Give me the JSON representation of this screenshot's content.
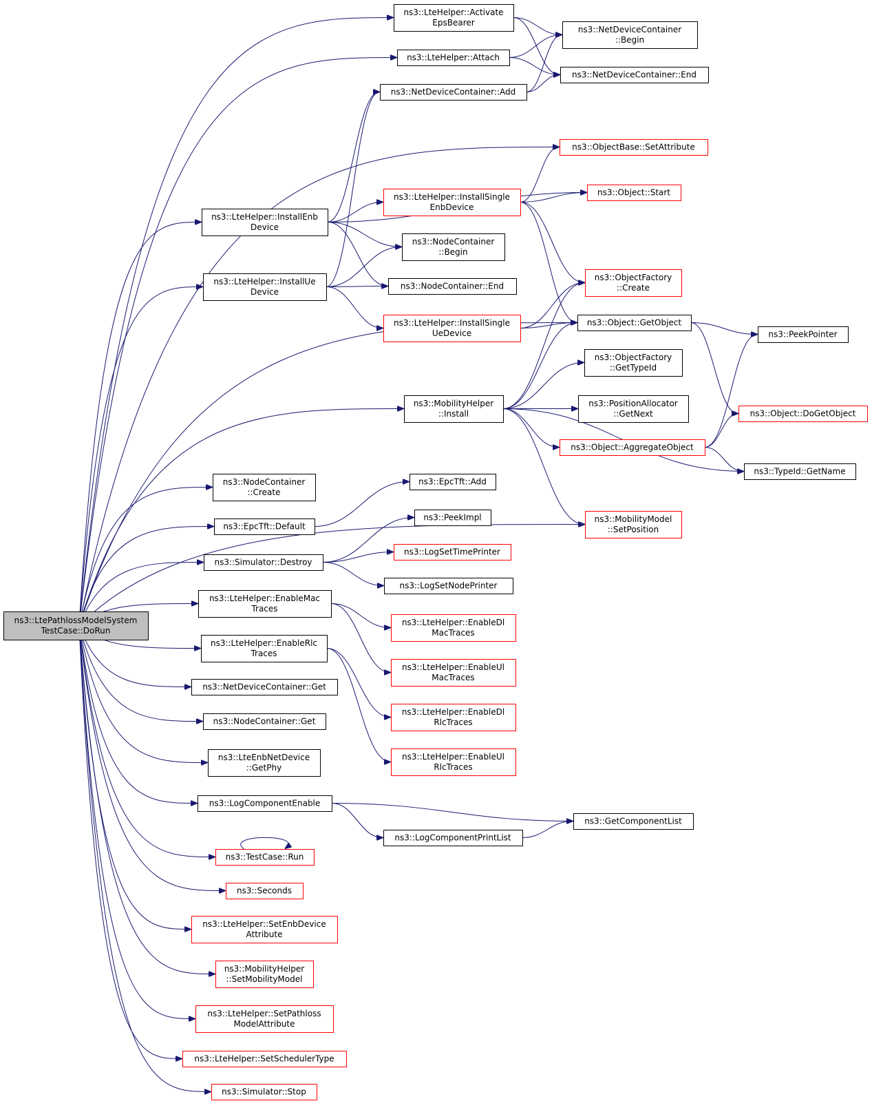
{
  "colors": {
    "edge": "#191970",
    "black_border": "#000000",
    "red_border": "#ff0000",
    "root_fill": "#bfbfbf"
  },
  "nodes": [
    {
      "id": "root",
      "lines": [
        "ns3::LtePathlossModelSystem",
        "TestCase::DoRun"
      ],
      "border": "black",
      "root": true
    },
    {
      "id": "activateEpsBearer",
      "lines": [
        "ns3::LteHelper::Activate",
        "EpsBearer"
      ],
      "border": "black"
    },
    {
      "id": "ndcBegin",
      "lines": [
        "ns3::NetDeviceContainer",
        "::Begin"
      ],
      "border": "black"
    },
    {
      "id": "attach",
      "lines": [
        "ns3::LteHelper::Attach"
      ],
      "border": "black"
    },
    {
      "id": "ndcEnd",
      "lines": [
        "ns3::NetDeviceContainer::End"
      ],
      "border": "black"
    },
    {
      "id": "ndcAdd",
      "lines": [
        "ns3::NetDeviceContainer::Add"
      ],
      "border": "black"
    },
    {
      "id": "setAttribute",
      "lines": [
        "ns3::ObjectBase::SetAttribute"
      ],
      "border": "red"
    },
    {
      "id": "objectStart",
      "lines": [
        "ns3::Object::Start"
      ],
      "border": "red"
    },
    {
      "id": "installSingleEnb",
      "lines": [
        "ns3::LteHelper::InstallSingle",
        "EnbDevice"
      ],
      "border": "red"
    },
    {
      "id": "installEnb",
      "lines": [
        "ns3::LteHelper::InstallEnb",
        "Device"
      ],
      "border": "black"
    },
    {
      "id": "ncBegin",
      "lines": [
        "ns3::NodeContainer",
        "::Begin"
      ],
      "border": "black"
    },
    {
      "id": "installUe",
      "lines": [
        "ns3::LteHelper::InstallUe",
        "Device"
      ],
      "border": "black"
    },
    {
      "id": "ncEnd",
      "lines": [
        "ns3::NodeContainer::End"
      ],
      "border": "black"
    },
    {
      "id": "ofCreate",
      "lines": [
        "ns3::ObjectFactory",
        "::Create"
      ],
      "border": "red"
    },
    {
      "id": "installSingleUe",
      "lines": [
        "ns3::LteHelper::InstallSingle",
        "UeDevice"
      ],
      "border": "red"
    },
    {
      "id": "getObject",
      "lines": [
        "ns3::Object::GetObject"
      ],
      "border": "black"
    },
    {
      "id": "peekPointer",
      "lines": [
        "ns3::PeekPointer"
      ],
      "border": "black"
    },
    {
      "id": "ofGetTypeId",
      "lines": [
        "ns3::ObjectFactory",
        "::GetTypeId"
      ],
      "border": "black"
    },
    {
      "id": "mhInstall",
      "lines": [
        "ns3::MobilityHelper",
        "::Install"
      ],
      "border": "black"
    },
    {
      "id": "paGetNext",
      "lines": [
        "ns3::PositionAllocator",
        "::GetNext"
      ],
      "border": "black"
    },
    {
      "id": "doGetObject",
      "lines": [
        "ns3::Object::DoGetObject"
      ],
      "border": "red"
    },
    {
      "id": "aggregateObject",
      "lines": [
        "ns3::Object::AggregateObject"
      ],
      "border": "red"
    },
    {
      "id": "typeIdGetName",
      "lines": [
        "ns3::TypeId::GetName"
      ],
      "border": "black"
    },
    {
      "id": "ncCreate",
      "lines": [
        "ns3::NodeContainer",
        "::Create"
      ],
      "border": "black"
    },
    {
      "id": "epcTftAdd",
      "lines": [
        "ns3::EpcTft::Add"
      ],
      "border": "black"
    },
    {
      "id": "mmSetPosition",
      "lines": [
        "ns3::MobilityModel",
        "::SetPosition"
      ],
      "border": "red"
    },
    {
      "id": "epcTftDefault",
      "lines": [
        "ns3::EpcTft::Default"
      ],
      "border": "black"
    },
    {
      "id": "peekImpl",
      "lines": [
        "ns3::PeekImpl"
      ],
      "border": "black"
    },
    {
      "id": "simDestroy",
      "lines": [
        "ns3::Simulator::Destroy"
      ],
      "border": "black"
    },
    {
      "id": "logSetTimePrinter",
      "lines": [
        "ns3::LogSetTimePrinter"
      ],
      "border": "red"
    },
    {
      "id": "logSetNodePrinter",
      "lines": [
        "ns3::LogSetNodePrinter"
      ],
      "border": "black"
    },
    {
      "id": "enableMacTraces",
      "lines": [
        "ns3::LteHelper::EnableMac",
        "Traces"
      ],
      "border": "black"
    },
    {
      "id": "enableDlMacTraces",
      "lines": [
        "ns3::LteHelper::EnableDl",
        "MacTraces"
      ],
      "border": "red"
    },
    {
      "id": "enableRlcTraces",
      "lines": [
        "ns3::LteHelper::EnableRlc",
        "Traces"
      ],
      "border": "black"
    },
    {
      "id": "enableUlMacTraces",
      "lines": [
        "ns3::LteHelper::EnableUl",
        "MacTraces"
      ],
      "border": "red"
    },
    {
      "id": "ndcGet",
      "lines": [
        "ns3::NetDeviceContainer::Get"
      ],
      "border": "black"
    },
    {
      "id": "enableDlRlcTraces",
      "lines": [
        "ns3::LteHelper::EnableDl",
        "RlcTraces"
      ],
      "border": "red"
    },
    {
      "id": "ncGet",
      "lines": [
        "ns3::NodeContainer::Get"
      ],
      "border": "black"
    },
    {
      "id": "lteEnbGetPhy",
      "lines": [
        "ns3::LteEnbNetDevice",
        "::GetPhy"
      ],
      "border": "black"
    },
    {
      "id": "enableUlRlcTraces",
      "lines": [
        "ns3::LteHelper::EnableUl",
        "RlcTraces"
      ],
      "border": "red"
    },
    {
      "id": "logComponentEnable",
      "lines": [
        "ns3::LogComponentEnable"
      ],
      "border": "black"
    },
    {
      "id": "getComponentList",
      "lines": [
        "ns3::GetComponentList"
      ],
      "border": "black"
    },
    {
      "id": "logComponentPrintList",
      "lines": [
        "ns3::LogComponentPrintList"
      ],
      "border": "black"
    },
    {
      "id": "testCaseRun",
      "lines": [
        "ns3::TestCase::Run"
      ],
      "border": "red"
    },
    {
      "id": "seconds",
      "lines": [
        "ns3::Seconds"
      ],
      "border": "red"
    },
    {
      "id": "setEnbDeviceAttr",
      "lines": [
        "ns3::LteHelper::SetEnbDevice",
        "Attribute"
      ],
      "border": "red"
    },
    {
      "id": "setMobilityModel",
      "lines": [
        "ns3::MobilityHelper",
        "::SetMobilityModel"
      ],
      "border": "red"
    },
    {
      "id": "setPathlossAttr",
      "lines": [
        "ns3::LteHelper::SetPathloss",
        "ModelAttribute"
      ],
      "border": "red"
    },
    {
      "id": "setSchedulerType",
      "lines": [
        "ns3::LteHelper::SetSchedulerType"
      ],
      "border": "red"
    },
    {
      "id": "simStop",
      "lines": [
        "ns3::Simulator::Stop"
      ],
      "border": "red"
    }
  ],
  "edges": [
    [
      "root",
      "activateEpsBearer"
    ],
    [
      "root",
      "attach"
    ],
    [
      "root",
      "setAttribute"
    ],
    [
      "root",
      "installEnb"
    ],
    [
      "root",
      "installUe"
    ],
    [
      "root",
      "getObject"
    ],
    [
      "root",
      "mhInstall"
    ],
    [
      "root",
      "mmSetPosition"
    ],
    [
      "root",
      "ncCreate"
    ],
    [
      "root",
      "epcTftDefault"
    ],
    [
      "root",
      "simDestroy"
    ],
    [
      "root",
      "enableMacTraces"
    ],
    [
      "root",
      "enableRlcTraces"
    ],
    [
      "root",
      "ndcGet"
    ],
    [
      "root",
      "ncGet"
    ],
    [
      "root",
      "lteEnbGetPhy"
    ],
    [
      "root",
      "logComponentEnable"
    ],
    [
      "root",
      "testCaseRun"
    ],
    [
      "root",
      "seconds"
    ],
    [
      "root",
      "setEnbDeviceAttr"
    ],
    [
      "root",
      "setMobilityModel"
    ],
    [
      "root",
      "setPathlossAttr"
    ],
    [
      "root",
      "setSchedulerType"
    ],
    [
      "root",
      "simStop"
    ],
    [
      "activateEpsBearer",
      "ndcBegin"
    ],
    [
      "activateEpsBearer",
      "ndcEnd"
    ],
    [
      "attach",
      "ndcBegin"
    ],
    [
      "attach",
      "ndcEnd"
    ],
    [
      "ndcAdd",
      "ndcBegin"
    ],
    [
      "ndcAdd",
      "ndcEnd"
    ],
    [
      "installEnb",
      "ndcAdd"
    ],
    [
      "installEnb",
      "objectStart"
    ],
    [
      "installEnb",
      "installSingleEnb"
    ],
    [
      "installEnb",
      "ncBegin"
    ],
    [
      "installEnb",
      "ncEnd"
    ],
    [
      "installSingleEnb",
      "setAttribute"
    ],
    [
      "installSingleEnb",
      "objectStart"
    ],
    [
      "installSingleEnb",
      "ofCreate"
    ],
    [
      "installSingleEnb",
      "getObject"
    ],
    [
      "installUe",
      "ndcAdd"
    ],
    [
      "installUe",
      "ncBegin"
    ],
    [
      "installUe",
      "ncEnd"
    ],
    [
      "installUe",
      "installSingleUe"
    ],
    [
      "installSingleUe",
      "ofCreate"
    ],
    [
      "installSingleUe",
      "getObject"
    ],
    [
      "getObject",
      "peekPointer"
    ],
    [
      "getObject",
      "doGetObject"
    ],
    [
      "mhInstall",
      "ofCreate"
    ],
    [
      "mhInstall",
      "getObject"
    ],
    [
      "mhInstall",
      "ofGetTypeId"
    ],
    [
      "mhInstall",
      "paGetNext"
    ],
    [
      "mhInstall",
      "aggregateObject"
    ],
    [
      "mhInstall",
      "typeIdGetName"
    ],
    [
      "mhInstall",
      "mmSetPosition"
    ],
    [
      "aggregateObject",
      "peekPointer"
    ],
    [
      "aggregateObject",
      "doGetObject"
    ],
    [
      "aggregateObject",
      "typeIdGetName"
    ],
    [
      "epcTftDefault",
      "epcTftAdd"
    ],
    [
      "simDestroy",
      "peekImpl"
    ],
    [
      "simDestroy",
      "logSetTimePrinter"
    ],
    [
      "simDestroy",
      "logSetNodePrinter"
    ],
    [
      "enableMacTraces",
      "enableDlMacTraces"
    ],
    [
      "enableMacTraces",
      "enableUlMacTraces"
    ],
    [
      "enableRlcTraces",
      "enableDlRlcTraces"
    ],
    [
      "enableRlcTraces",
      "enableUlRlcTraces"
    ],
    [
      "logComponentEnable",
      "getComponentList"
    ],
    [
      "logComponentEnable",
      "logComponentPrintList"
    ],
    [
      "logComponentPrintList",
      "getComponentList"
    ],
    [
      "testCaseRun",
      "testCaseRun"
    ]
  ]
}
